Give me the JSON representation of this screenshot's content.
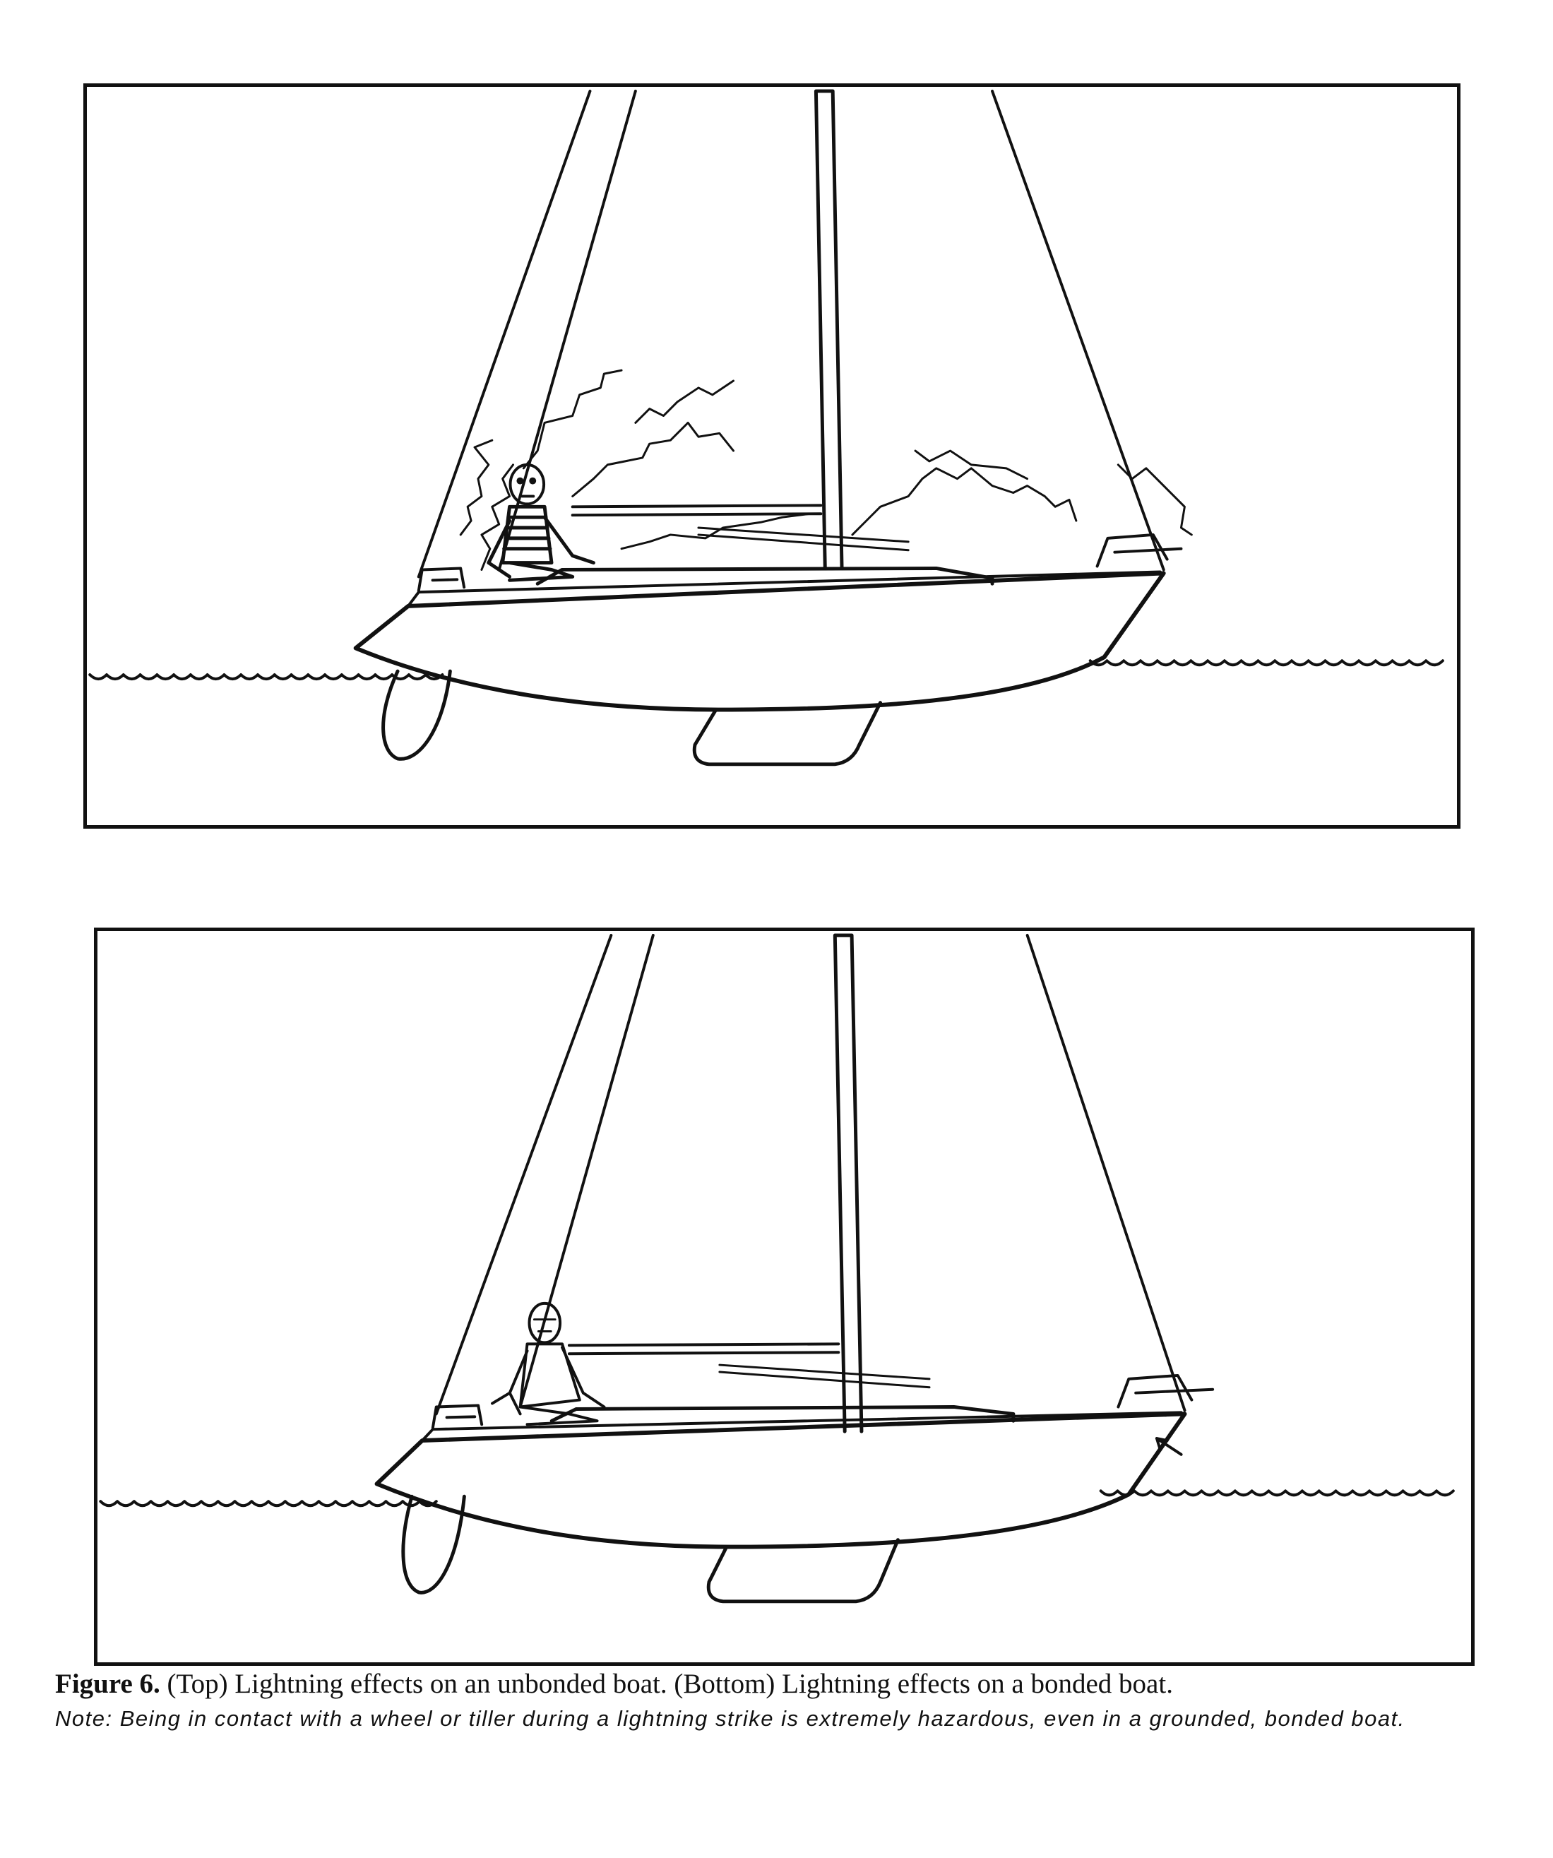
{
  "figure": {
    "label": "Figure 6.",
    "caption": "(Top) Lightning effects on an unbonded boat. (Bottom) Lightning effects on a bonded boat.",
    "note": "Note: Being in contact with a wheel or tiller during a lightning strike is extremely hazardous, even in a grounded, bonded boat."
  },
  "panels": [
    {
      "id": "top",
      "subject": "unbonded boat"
    },
    {
      "id": "bottom",
      "subject": "bonded boat"
    }
  ]
}
